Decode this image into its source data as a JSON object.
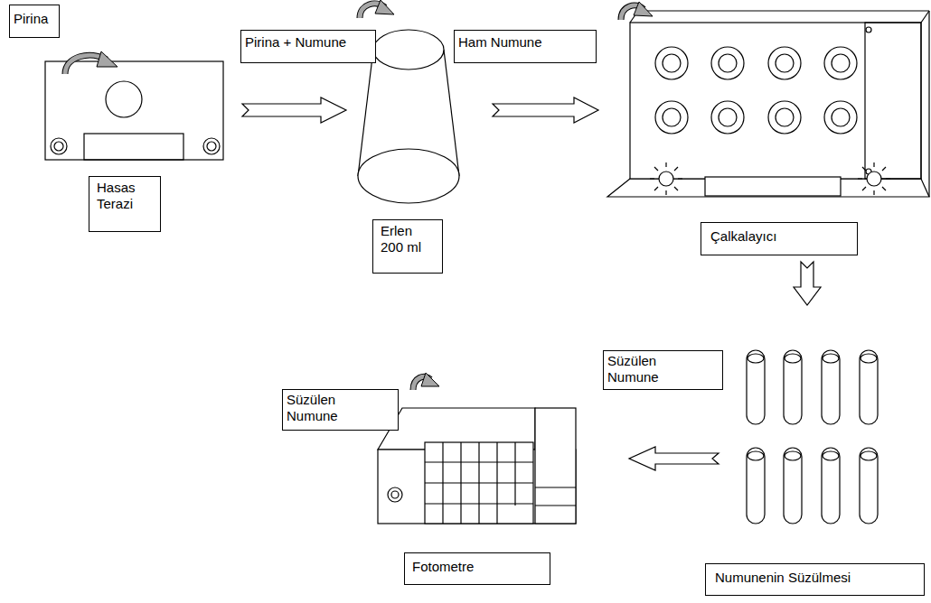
{
  "diagram": {
    "nodes": [
      {
        "text": [
          "Pirina"
        ]
      },
      {
        "text": [
          "Pirina + Numune"
        ]
      },
      {
        "text": [
          "Ham Numune"
        ]
      },
      {
        "text": [
          "Hasas Terazi"
        ]
      },
      {
        "text": [
          "Erlen 200 ml"
        ]
      },
      {
        "text": [
          "Çalkalayıcı"
        ]
      },
      {
        "text": [
          "Süzülen Numune"
        ]
      },
      {
        "text": [
          "Süzülen Numune"
        ]
      },
      {
        "text": [
          "Fotometre"
        ]
      },
      {
        "text": [
          "Numunenin Süzülmesi"
        ]
      }
    ]
  }
}
